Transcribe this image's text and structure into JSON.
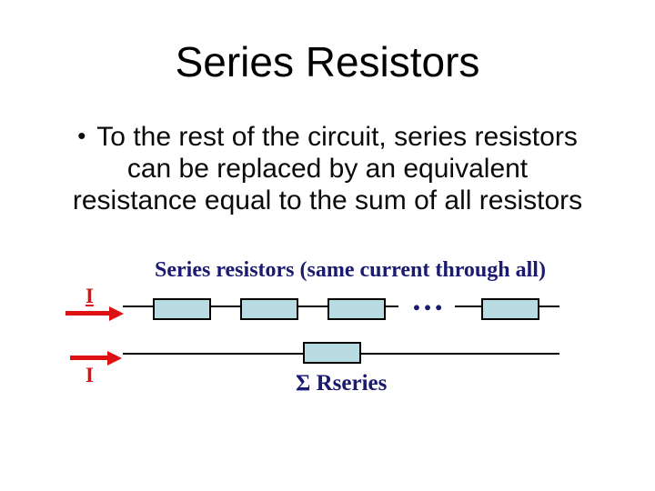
{
  "slide": {
    "title": "Series Resistors",
    "body": {
      "bullet_char": "•",
      "lines": [
        "To the rest of the circuit, series resistors",
        "can be replaced by an equivalent",
        "resistance equal to the sum of all resistors"
      ]
    },
    "diagram": {
      "heading": "Series resistors (same current through all)",
      "current_label_top": "I",
      "current_label_bottom": "I",
      "ellipsis": "…",
      "equivalent_label": "Σ Rseries",
      "colors": {
        "arrow_red": "#dd1111",
        "text_navy": "#1a1a70",
        "resistor_fill": "#b9dce2",
        "wire_black": "#000000"
      }
    }
  }
}
